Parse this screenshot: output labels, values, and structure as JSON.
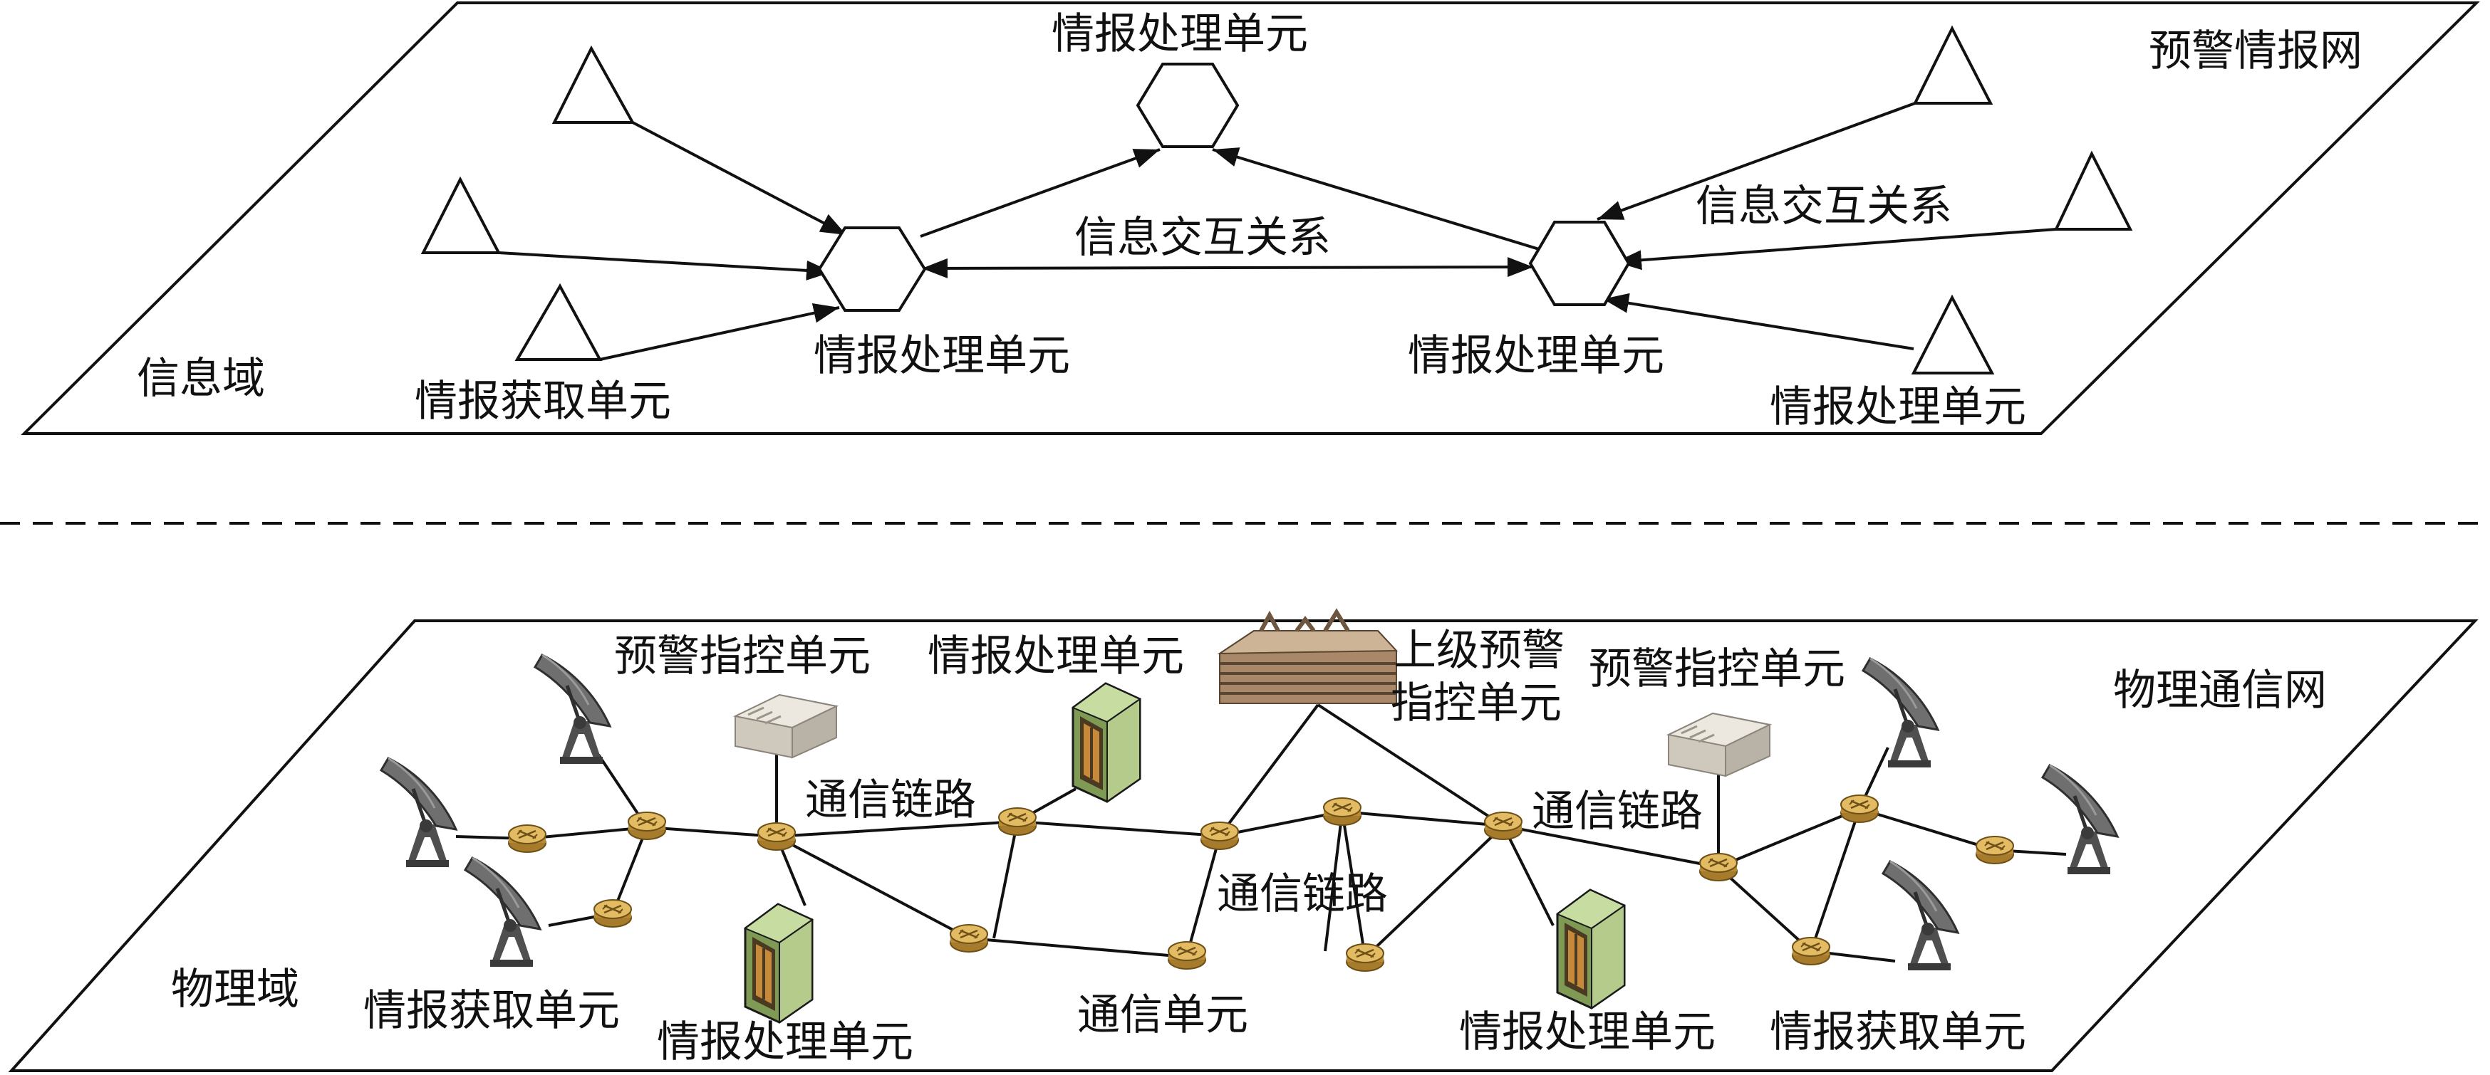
{
  "info_layer": {
    "network_label": "预警情报网",
    "domain_label": "信息域",
    "labels": {
      "top_processing": "情报处理单元",
      "left_processing": "情报处理单元",
      "right_processing": "情报处理单元",
      "interaction_center": "信息交互关系",
      "interaction_right": "信息交互关系",
      "acquisition_left": "情报获取单元",
      "acquisition_right": "情报处理单元"
    }
  },
  "physical_layer": {
    "network_label": "物理通信网",
    "domain_label": "物理域",
    "labels": {
      "command_left": "预警指控单元",
      "processing_top": "情报处理单元",
      "superior_line1": "上级预警",
      "superior_line2": "指控单元",
      "command_right": "预警指控单元",
      "link_left": "通信链路",
      "link_center": "通信链路",
      "link_right": "通信链路",
      "acquisition_left": "情报获取单元",
      "processing_bottom_left": "情报处理单元",
      "comm_unit": "通信单元",
      "processing_bottom_right": "情报处理单元",
      "acquisition_right": "情报获取单元"
    }
  },
  "colors": {
    "line": "#111111",
    "router_fill": "#cfa24a",
    "router_stroke": "#7a5a1e",
    "server_fill": "#9fb87a",
    "server_dark": "#4b3a22",
    "command_fill": "#d8d2c8",
    "antenna_fill": "#5d5d5d"
  },
  "icons": {
    "acquisition": "triangle-icon",
    "processing": "hexagon-icon",
    "router": "router-icon",
    "server": "server-icon",
    "radar": "radar-antenna-icon",
    "command": "command-center-icon",
    "superior": "headquarters-icon"
  }
}
